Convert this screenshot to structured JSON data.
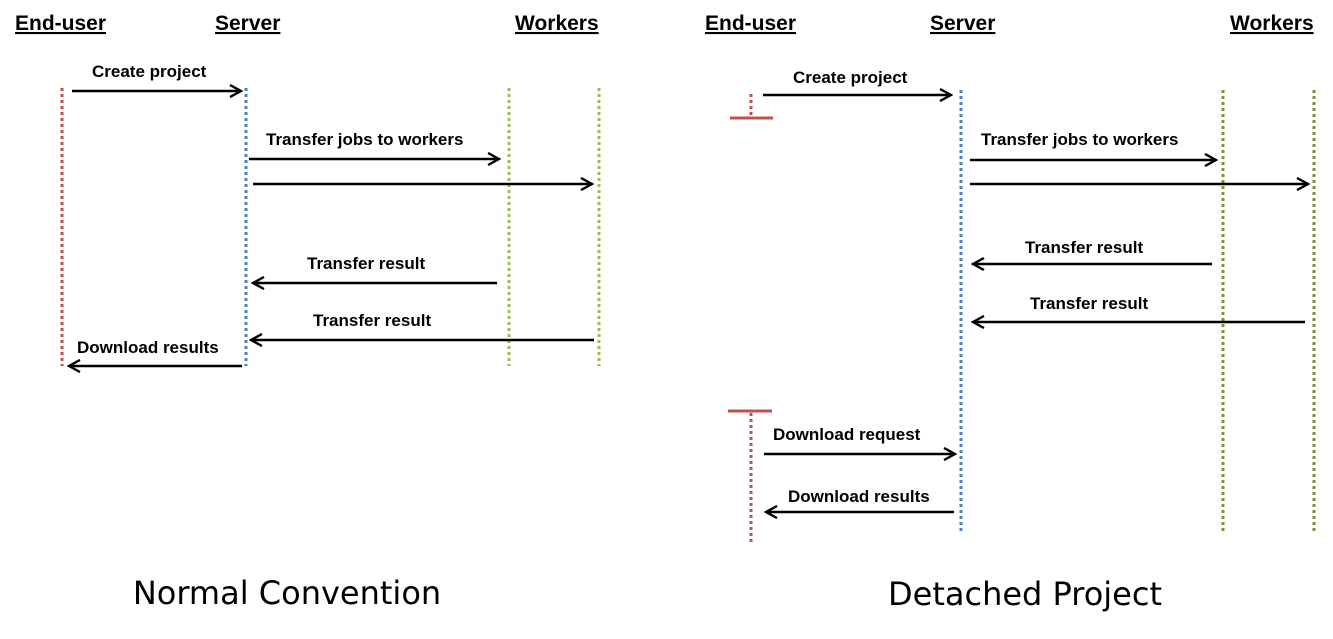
{
  "colors": {
    "end_user_lifeline": "#c0504d",
    "server_lifeline": "#4f81bd",
    "worker_lifeline_light": "#9bbb59",
    "worker_lifeline_dark": "#77933c",
    "arrow": "#000000"
  },
  "normal": {
    "headers": {
      "end_user": "End-user",
      "server": "Server",
      "workers": "Workers"
    },
    "messages": {
      "create_project": "Create project",
      "transfer_jobs": "Transfer jobs to workers",
      "transfer_result_1": "Transfer result",
      "transfer_result_2": "Transfer result",
      "download_results": "Download results"
    },
    "caption": "Normal Convention"
  },
  "detached": {
    "headers": {
      "end_user": "End-user",
      "server": "Server",
      "workers": "Workers"
    },
    "messages": {
      "create_project": "Create project",
      "transfer_jobs": "Transfer jobs to workers",
      "transfer_result_1": "Transfer result",
      "transfer_result_2": "Transfer result",
      "download_request": "Download request",
      "download_results": "Download results"
    },
    "caption": "Detached Project"
  }
}
